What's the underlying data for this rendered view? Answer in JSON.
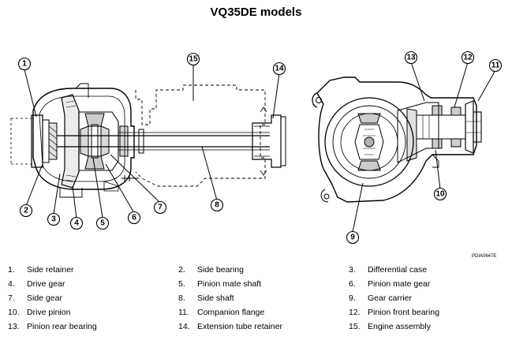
{
  "title": "VQ35DE models",
  "figure_code": "PDIA0647E",
  "callouts": [
    "1",
    "2",
    "3",
    "4",
    "5",
    "6",
    "7",
    "8",
    "9",
    "10",
    "11",
    "12",
    "13",
    "14",
    "15"
  ],
  "legend": [
    {
      "num": "1.",
      "label": "Side retainer"
    },
    {
      "num": "2.",
      "label": "Side bearing"
    },
    {
      "num": "3.",
      "label": "Differential case"
    },
    {
      "num": "4.",
      "label": "Drive gear"
    },
    {
      "num": "5.",
      "label": "Pinion mate shaft"
    },
    {
      "num": "6.",
      "label": "Pinion mate gear"
    },
    {
      "num": "7.",
      "label": "Side gear"
    },
    {
      "num": "8.",
      "label": "Side shaft"
    },
    {
      "num": "9.",
      "label": "Gear carrier"
    },
    {
      "num": "10.",
      "label": "Drive pinion"
    },
    {
      "num": "11.",
      "label": "Companion flange"
    },
    {
      "num": "12.",
      "label": "Pinion front bearing"
    },
    {
      "num": "13.",
      "label": "Pinion rear bearing"
    },
    {
      "num": "14.",
      "label": "Extension tube retainer"
    },
    {
      "num": "15.",
      "label": "Engine assembly"
    }
  ]
}
